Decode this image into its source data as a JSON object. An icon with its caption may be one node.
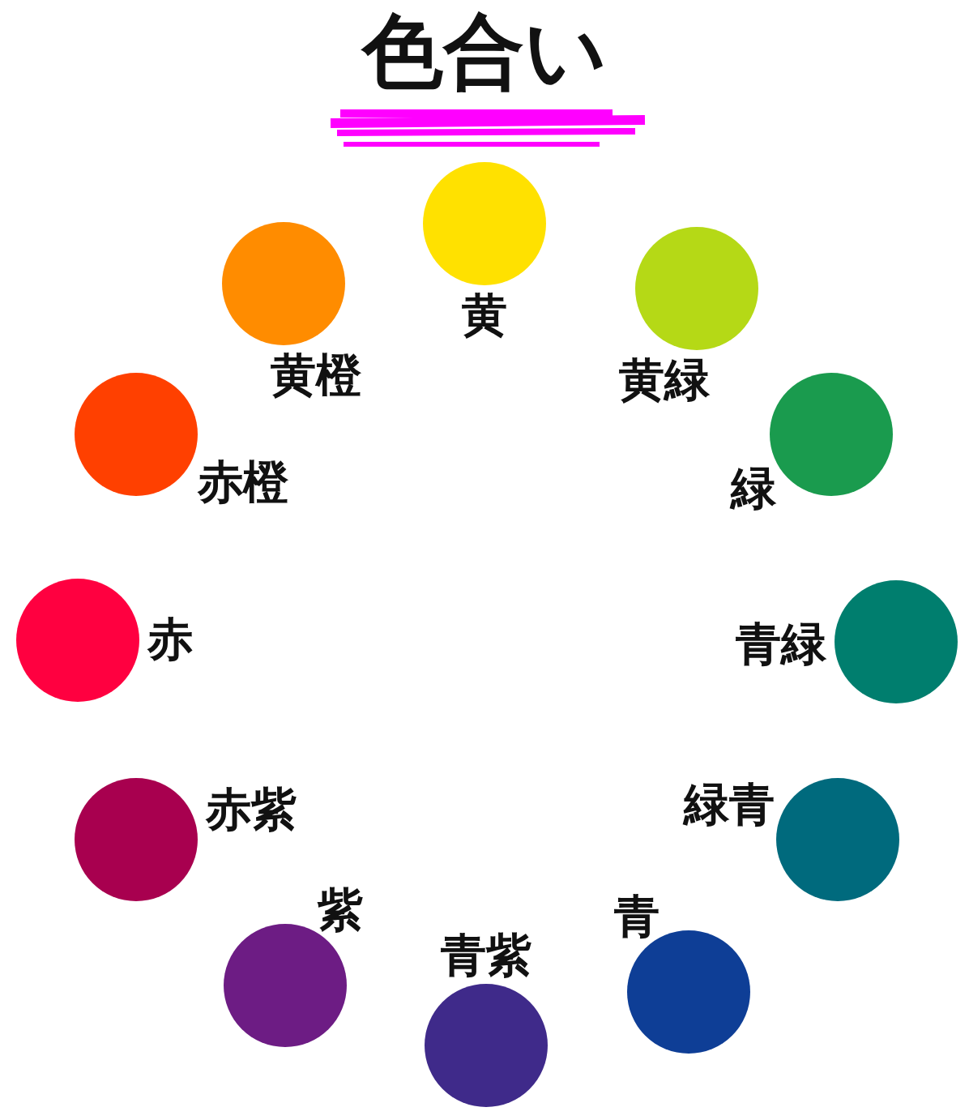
{
  "diagram": {
    "title": "色合い",
    "nodes": [
      {
        "text": [],
        "shape": "circle",
        "beside": [
          "黄"
        ]
      },
      {
        "text": [],
        "shape": "circle",
        "beside": [
          "黄緑"
        ]
      },
      {
        "text": [],
        "shape": "circle",
        "beside": [
          "緑"
        ]
      },
      {
        "text": [],
        "shape": "circle",
        "beside": [
          "青緑"
        ]
      },
      {
        "text": [],
        "shape": "circle",
        "beside": [
          "緑青"
        ]
      },
      {
        "text": [],
        "shape": "circle",
        "beside": [
          "青"
        ]
      },
      {
        "text": [],
        "shape": "circle",
        "beside": [
          "青紫"
        ]
      },
      {
        "text": [],
        "shape": "circle",
        "beside": [
          "紫"
        ]
      },
      {
        "text": [],
        "shape": "circle",
        "beside": [
          "赤紫"
        ]
      },
      {
        "text": [],
        "shape": "circle",
        "beside": [
          "赤"
        ]
      },
      {
        "text": [],
        "shape": "circle",
        "beside": [
          "赤橙"
        ]
      },
      {
        "text": [],
        "shape": "circle",
        "beside": [
          "黄橙"
        ]
      }
    ]
  }
}
